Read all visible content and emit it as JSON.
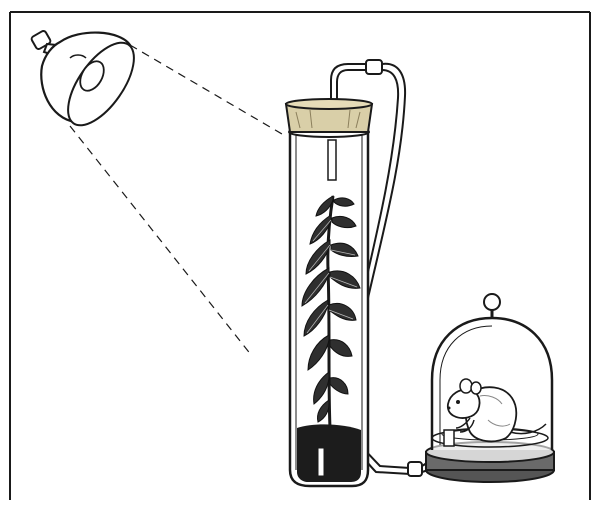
{
  "figure": {
    "caption": "",
    "elements": [
      "lamp-icon",
      "light-beam",
      "glass-tube",
      "rubber-stopper",
      "connecting-tube",
      "plant-icon",
      "soil",
      "bell-jar",
      "mouse-icon"
    ]
  },
  "colors": {
    "ink": "#1a1a1a",
    "stopper": "#d9cfa8",
    "soil": "#1c1c1c",
    "leaf": "#2f2f2f",
    "base": "#555555",
    "background": "#ffffff"
  }
}
